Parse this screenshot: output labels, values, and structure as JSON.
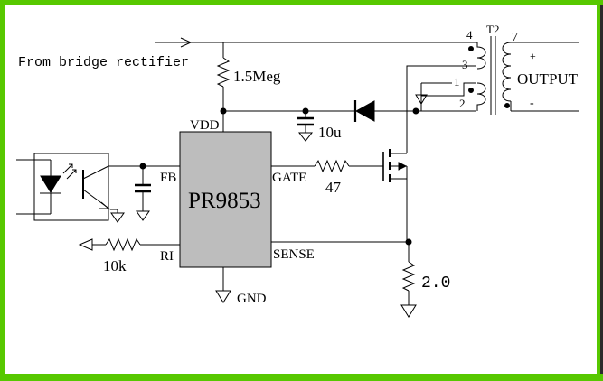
{
  "colors": {
    "frame": "#57c800",
    "ic_fill": "#bdbdbd",
    "wire": "#000000"
  },
  "labels": {
    "source": "From bridge rectifier",
    "r_startup": "1.5Meg",
    "vdd": "VDD",
    "cap": "10u",
    "fb": "FB",
    "gate": "GATE",
    "r_gate": "47",
    "ri": "RI",
    "sense": "SENSE",
    "r_ri": "10k",
    "r_sense": "2.0",
    "gnd": "GND",
    "ic": "PR9853",
    "transformer": "T2",
    "pin1": "1",
    "pin2": "2",
    "pin3": "3",
    "pin4": "4",
    "pin7": "7",
    "output": "OUTPUT",
    "plus": "+",
    "minus": "-"
  },
  "icons": [
    "arrow-right-icon",
    "resistor-icon",
    "capacitor-icon",
    "diode-icon",
    "ground-icon",
    "optocoupler-icon",
    "mosfet-icon",
    "transformer-icon",
    "arrow-left-icon"
  ]
}
